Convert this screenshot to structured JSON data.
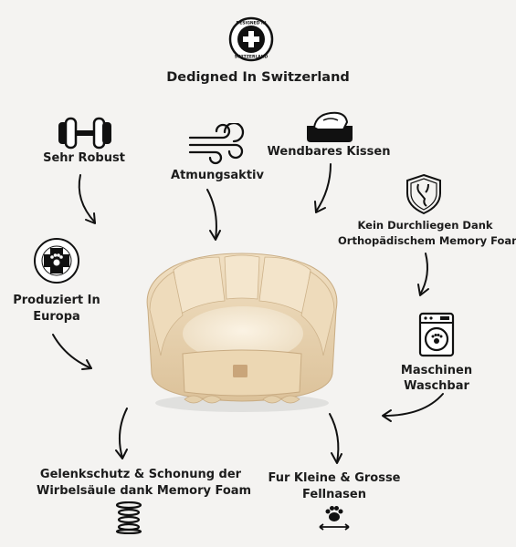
{
  "seal_top": {
    "ring_text_top": "DESIGNED IN",
    "ring_text_bottom": "SWITZERLAND"
  },
  "title": "Dedigned In Switzerland",
  "features": {
    "robust": "Sehr Robust",
    "breathable": "Atmungsaktiv",
    "reversible": "Wendbares Kissen",
    "memory_line1": "Kein Durchliegen Dank",
    "memory_line2": "Orthopädischem Memory Foam",
    "europe_line1": "Produziert In",
    "europe_line2": "Europa",
    "washable_line1": "Maschinen",
    "washable_line2": "Waschbar",
    "joint_line1": "Gelenkschutz & Schonung der",
    "joint_line2": "Wirbelsäule dank Memory Foam",
    "sizes_line1": "Fur Kleine & Grosse",
    "sizes_line2": "Fellnasen"
  },
  "colors": {
    "text": "#1c1c1c",
    "background": "#f4f3f1",
    "bed": "#ecd9b8",
    "cushion": "#f7ecd8",
    "tag": "#c9a57a"
  }
}
